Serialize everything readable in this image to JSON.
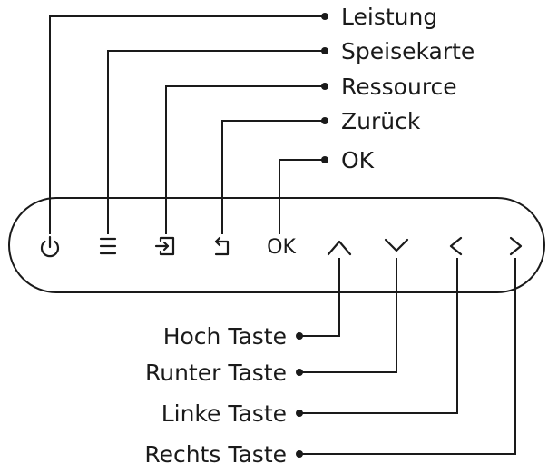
{
  "top_labels": [
    "Leistung",
    "Speisekarte",
    "Ressource",
    "Zurück",
    "OK"
  ],
  "bottom_labels": [
    "Hoch Taste",
    "Runter Taste",
    "Linke Taste",
    "Rechts Taste"
  ],
  "buttons": {
    "power": "power-icon",
    "menu": "menu-icon",
    "input": "input-icon",
    "back": "back-icon",
    "ok": "OK",
    "up": "chevron-up-icon",
    "down": "chevron-down-icon",
    "left": "chevron-left-icon",
    "right": "chevron-right-icon"
  }
}
